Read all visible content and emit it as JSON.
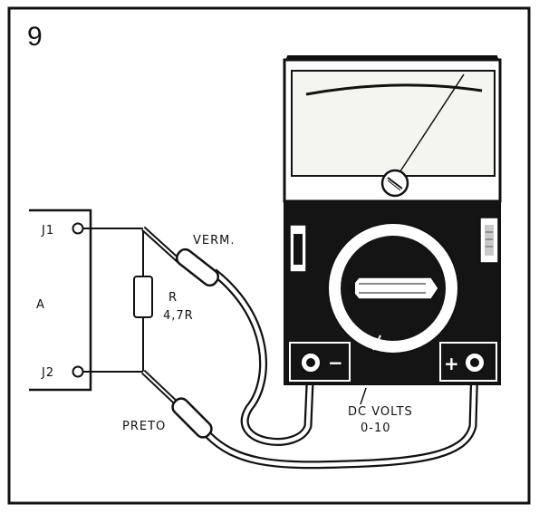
{
  "figure": {
    "number": "9"
  },
  "board": {
    "label": "A",
    "terminals": [
      "J1",
      "J2"
    ]
  },
  "resistor": {
    "label": "R",
    "value": "4,7R"
  },
  "leads": {
    "red_label": "VERM.",
    "black_label": "PRETO"
  },
  "meter": {
    "neg_symbol": "−",
    "pos_symbol": "+",
    "range_line1": "DC  VOLTS",
    "range_line2": "0-10"
  },
  "colors": {
    "ink": "#111111",
    "paper": "#ffffff",
    "meter_body": "#141414",
    "meter_face": "#f4f4f0"
  }
}
